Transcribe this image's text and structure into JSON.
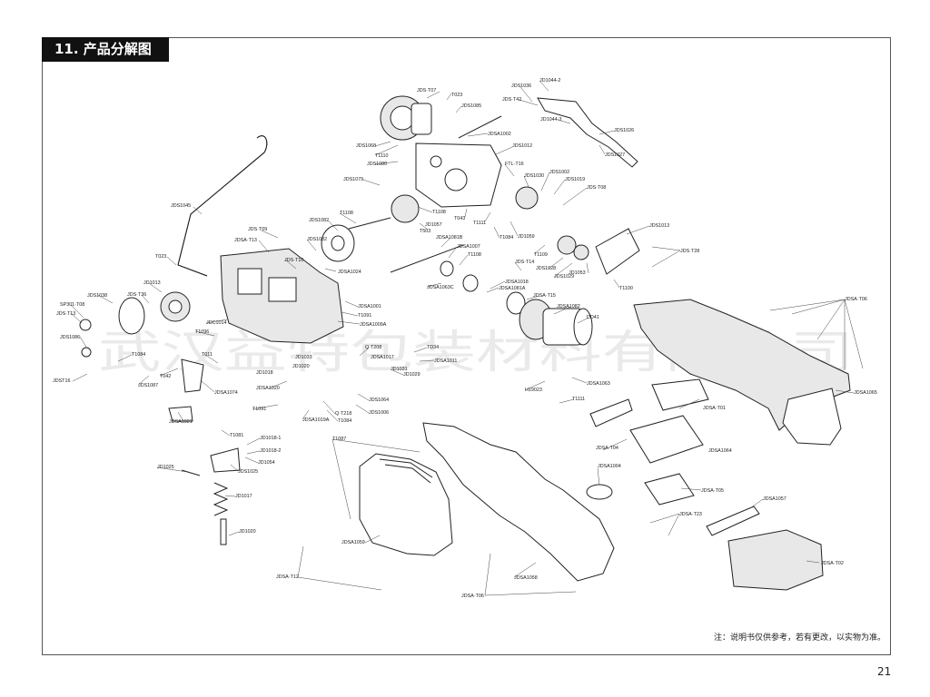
{
  "section_title": "11. 产品分解图",
  "watermark": "武汉益特包装材料有限公司",
  "note": "注：说明书仅供参考，若有更改，以实物为准。",
  "page_number": "21",
  "labels": [
    "JDS·T07",
    "T023",
    "JDS1085",
    "JDS1068",
    "JDSA1002",
    "JDS1012",
    "T1110",
    "JDS1080",
    "JD1044-2",
    "JDS1036",
    "JDS·T42",
    "JD1044-3",
    "JDS1026",
    "JDS1027",
    "FTL·T16",
    "JDS1030",
    "JDS1002",
    "JDS1019",
    "JDS·T08",
    "JDS1079",
    "JDS1082",
    "T1108",
    "T1108",
    "JD1057",
    "T043",
    "T1111",
    "T503",
    "JDS1045",
    "JDS·T09",
    "JDSA·T13",
    "JDS1032",
    "JDS·T10",
    "JDSA1024",
    "JDSA1081B",
    "JDSA1007",
    "T1108",
    "T1084",
    "JD1059",
    "T1109",
    "JDS1013",
    "JDS·T28",
    "T023",
    "JD1013",
    "JDS1038",
    "JDS·T36",
    "SP301·T08",
    "JDS·T13",
    "JDSA1001",
    "T1091",
    "JDSA1009A",
    "JDC1014",
    "T1096",
    "JDS1086",
    "JDSA1063C",
    "JDSA1018",
    "JDSA1081A",
    "JDS·T14",
    "JDS1028",
    "JDS1029",
    "JD1053",
    "T1100",
    "JDSA·T15",
    "JDSA1082",
    "DD41",
    "JDSA·T06",
    "T1084",
    "T011",
    "T042",
    "JDST16",
    "JDS1087",
    "JDSA1074",
    "Q·T208",
    "TD34",
    "JDSA1011",
    "JD1029",
    "JDSA1017",
    "JD1031",
    "JD1033",
    "JD1020",
    "JD1018",
    "JDSA1020",
    "H19023",
    "T1111",
    "JDSA1063",
    "JDSA1021",
    "T1091",
    "JDSA1019A",
    "T1084",
    "Q·T218",
    "JDS1006",
    "JDS1064",
    "JDSA1065",
    "JDSA·T01",
    "T1081",
    "JD1018-1",
    "JD1018-2",
    "JD1054",
    "JDS1025",
    "JD1025",
    "JD1017",
    "JD1020",
    "T1087",
    "JDSA·T04",
    "JDSA1064",
    "JDSA1004",
    "JDSA·T05",
    "JDSA1057",
    "JDSA·T23",
    "JDSA1059",
    "JDSA1058",
    "JDSA·T12",
    "JDSA·T06",
    "JDSA·T02"
  ]
}
